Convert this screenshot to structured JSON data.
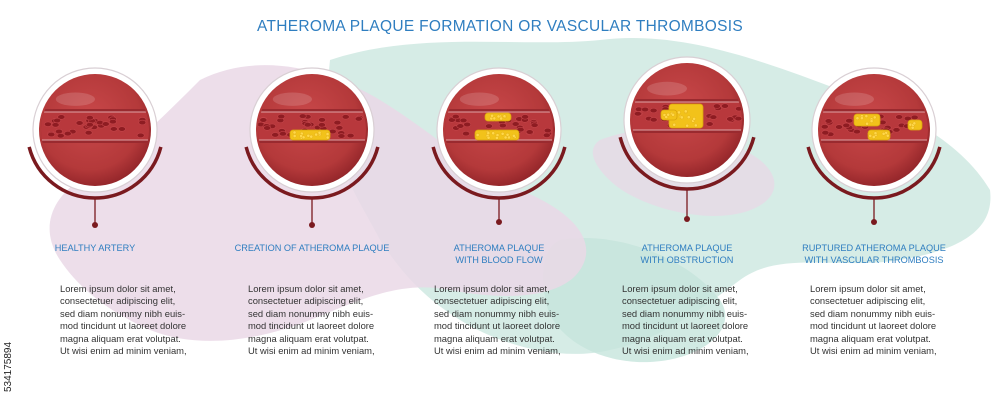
{
  "title": "ATHEROMA PLAQUE FORMATION OR VASCULAR THROMBOSIS",
  "stock_id": "534175894",
  "colors": {
    "title": "#2f7ec0",
    "artery_outer": "#b4393a",
    "artery_dark": "#7a1a1f",
    "plaque": "#f2c21a",
    "stand": "#7a1a1f",
    "bg_pink": "#ead8e6",
    "bg_mint": "#cfe9e2"
  },
  "stages": [
    {
      "label_lines": [
        "HEALTHY ARTERY"
      ],
      "body_lines": [
        "Lorem ipsum dolor sit amet,",
        "consectetuer adipiscing elit,",
        "sed diam nonummy nibh euis-",
        "mod tincidunt ut laoreet dolore",
        "magna aliquam erat volutpat.",
        "Ut wisi enim ad minim veniam,"
      ],
      "plaque": "none",
      "icon": "healthy-artery-icon"
    },
    {
      "label_lines": [
        "CREATION OF ATHEROMA PLAQUE"
      ],
      "body_lines": [
        "Lorem ipsum dolor sit amet,",
        "consectetuer adipiscing elit,",
        "sed diam nonummy nibh euis-",
        "mod tincidunt ut laoreet dolore",
        "magna aliquam erat volutpat.",
        "Ut wisi enim ad minim veniam,"
      ],
      "plaque": "small",
      "icon": "plaque-creation-icon"
    },
    {
      "label_lines": [
        "ATHEROMA PLAQUE",
        "WITH BLOOD FLOW"
      ],
      "body_lines": [
        "Lorem ipsum dolor sit amet,",
        "consectetuer adipiscing elit,",
        "sed diam nonummy nibh euis-",
        "mod tincidunt ut laoreet dolore",
        "magna aliquam erat volutpat.",
        "Ut wisi enim ad minim veniam,"
      ],
      "plaque": "medium",
      "icon": "plaque-blood-flow-icon"
    },
    {
      "label_lines": [
        "ATHEROMA PLAQUE",
        "WITH OBSTRUCTION"
      ],
      "body_lines": [
        "Lorem ipsum dolor sit amet,",
        "consectetuer adipiscing elit,",
        "sed diam nonummy nibh euis-",
        "mod tincidunt ut laoreet dolore",
        "magna aliquam erat volutpat.",
        "Ut wisi enim ad minim veniam,"
      ],
      "plaque": "obstruction",
      "icon": "plaque-obstruction-icon"
    },
    {
      "label_lines": [
        "RUPTURED ATHEROMA PLAQUE",
        "WITH VASCULAR THROMBOSIS"
      ],
      "body_lines": [
        "Lorem ipsum dolor sit amet,",
        "consectetuer adipiscing elit,",
        "sed diam nonummy nibh euis-",
        "mod tincidunt ut laoreet dolore",
        "magna aliquam erat volutpat.",
        "Ut wisi enim ad minim veniam,"
      ],
      "plaque": "ruptured",
      "icon": "thrombosis-icon"
    }
  ]
}
